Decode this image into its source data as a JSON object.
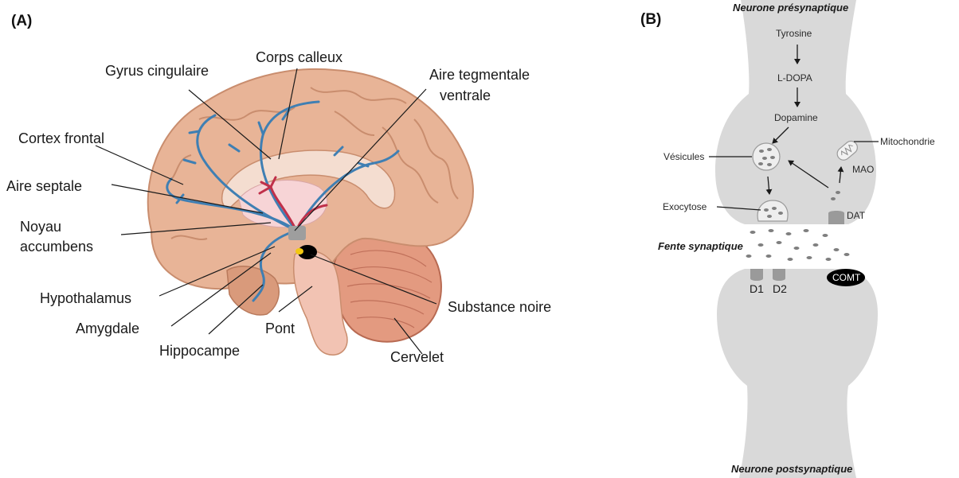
{
  "panel_a": {
    "label": "(A)",
    "labels": {
      "gyrus_cingulaire": "Gyrus cingulaire",
      "corps_calleux": "Corps calleux",
      "aire_tegmentale_1": "Aire tegmentale",
      "aire_tegmentale_2": "ventrale",
      "cortex_frontal": "Cortex frontal",
      "aire_septale": "Aire septale",
      "noyau_1": "Noyau",
      "noyau_2": "accumbens",
      "hypothalamus": "Hypothalamus",
      "amygdale": "Amygdale",
      "hippocampe": "Hippocampe",
      "pont": "Pont",
      "substance_noire": "Substance noire",
      "cervelet": "Cervelet"
    }
  },
  "panel_b": {
    "label": "(B)",
    "neurone_pre": "Neurone présynaptique",
    "neurone_post": "Neurone postsynaptique",
    "tyrosine": "Tyrosine",
    "ldopa": "L-DOPA",
    "dopamine": "Dopamine",
    "vesicules": "Vésicules",
    "mitochondrie": "Mitochondrie",
    "mao": "MAO",
    "exocytose": "Exocytose",
    "dat": "DAT",
    "fente": "Fente synaptique",
    "d1": "D1",
    "d2": "D2",
    "comt": "COMT"
  },
  "colors": {
    "brain": "#e8b497",
    "brain_shadow": "#c98d6e",
    "pathway": "#3f7fb3",
    "red_pathway": "#c0304a",
    "neuron": "#d9d9d9",
    "dot": "#7f7f7f"
  }
}
